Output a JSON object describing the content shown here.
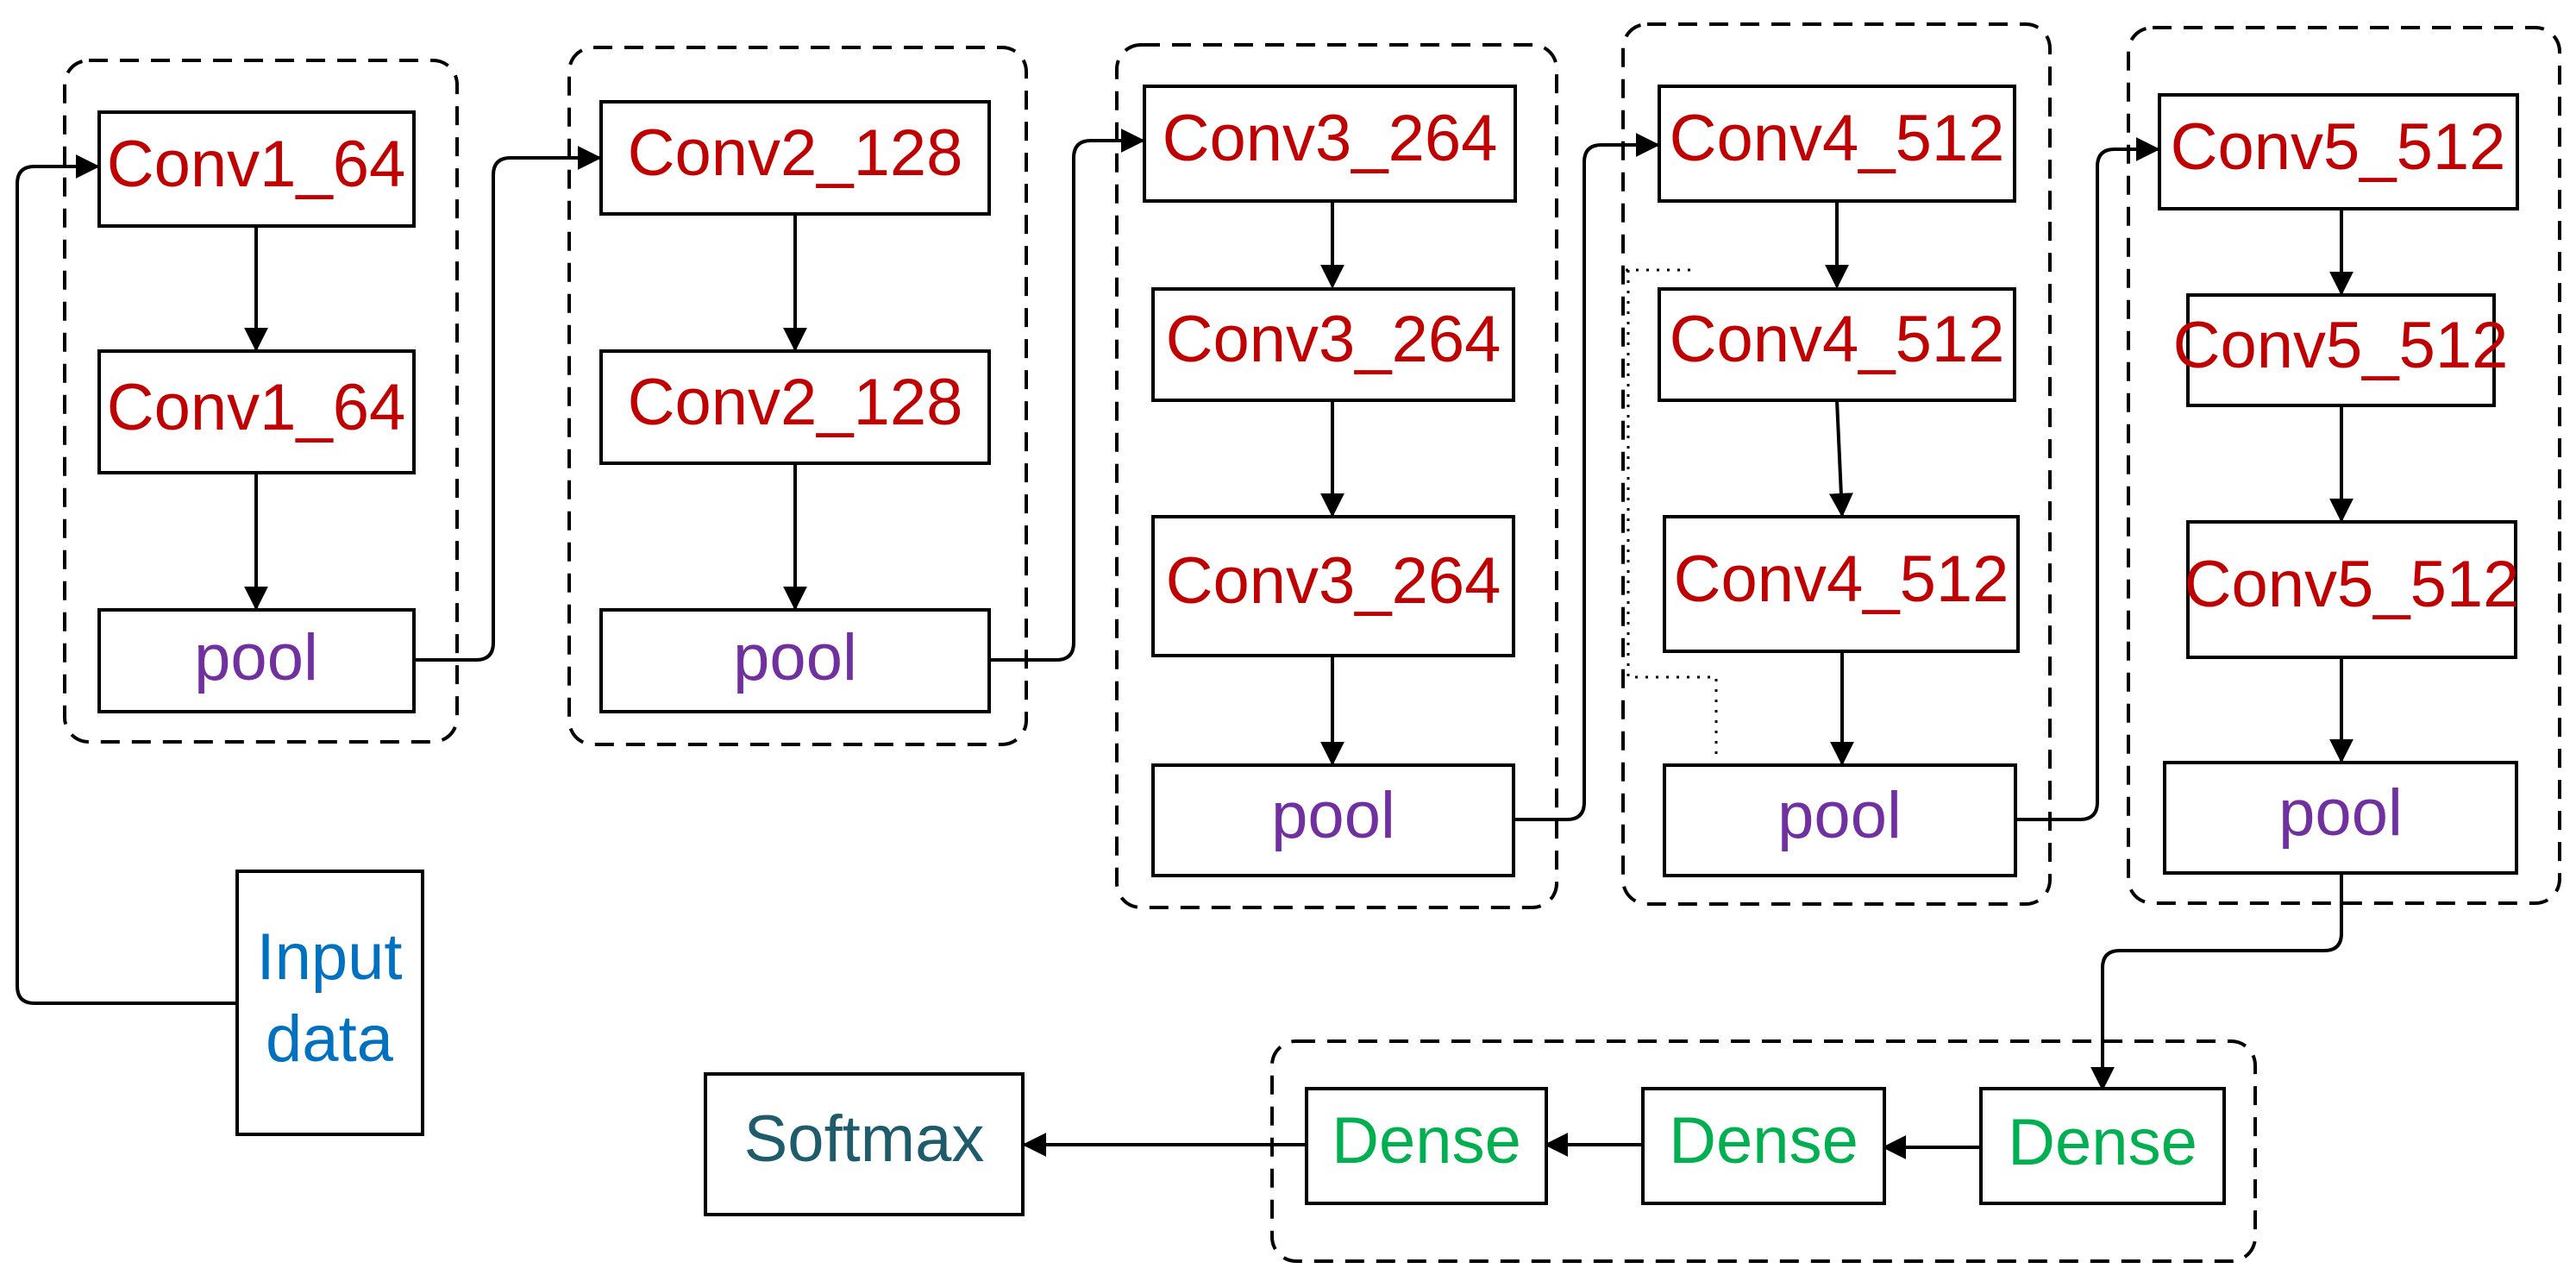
{
  "colors": {
    "conv": "#c00000",
    "pool": "#7030a0",
    "input": "#0070c0",
    "dense": "#00b050",
    "softmax": "#1f5c6b",
    "line": "#000000"
  },
  "nodes": {
    "conv1_a": "Conv1_64",
    "conv1_b": "Conv1_64",
    "pool1": "pool",
    "conv2_a": "Conv2_128",
    "conv2_b": "Conv2_128",
    "pool2": "pool",
    "conv3_a": "Conv3_264",
    "conv3_b": "Conv3_264",
    "conv3_c": "Conv3_264",
    "pool3": "pool",
    "conv4_a": "Conv4_512",
    "conv4_b": "Conv4_512",
    "conv4_c": "Conv4_512",
    "pool4": "pool",
    "conv5_a": "Conv5_512",
    "conv5_b": "Conv5_512",
    "conv5_c": "Conv5_512",
    "pool5": "pool",
    "input_line1": "Input",
    "input_line2": "data",
    "dense_1": "Dense",
    "dense_2": "Dense",
    "dense_3": "Dense",
    "softmax": "Softmax"
  }
}
